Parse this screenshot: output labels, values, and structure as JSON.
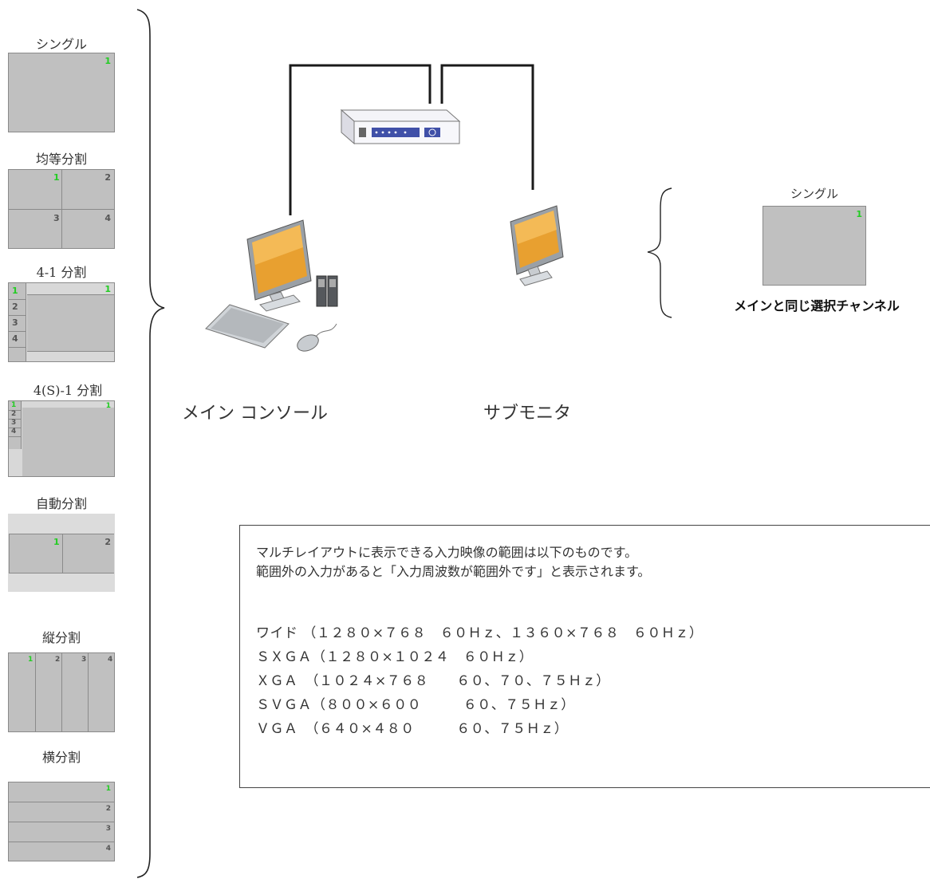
{
  "layouts": [
    {
      "label": "シングル",
      "cells": [
        "1"
      ]
    },
    {
      "label": "均等分割",
      "cells": [
        "1",
        "2",
        "3",
        "4"
      ]
    },
    {
      "label": "4-1 分割",
      "cells": [
        "1",
        "1",
        "2",
        "3",
        "4"
      ]
    },
    {
      "label": "4(S)-1 分割",
      "cells": [
        "1",
        "1",
        "2",
        "3",
        "4"
      ]
    },
    {
      "label": "自動分割",
      "cells": [
        "1",
        "2"
      ]
    },
    {
      "label": "縦分割",
      "cells": [
        "1",
        "2",
        "3",
        "4"
      ]
    },
    {
      "label": "横分割",
      "cells": [
        "1",
        "2",
        "3",
        "4"
      ]
    }
  ],
  "devices": {
    "main_console_label": "メイン コンソール",
    "sub_monitor_label": "サブモニタ"
  },
  "sub_layout": {
    "label": "シングル",
    "cell": "1",
    "caption": "メインと同じ選択チャンネル"
  },
  "info": {
    "line1": "マルチレイアウトに表示できる入力映像の範囲は以下のものです。",
    "line2": "範囲外の入力があると「入力周波数が範囲外です」と表示されます。",
    "resolutions": [
      "ワイド （１２８０×７６８　６０Ｈｚ、１３６０×７６８　６０Ｈｚ）",
      "ＳＸＧＡ（１２８０×１０２４　６０Ｈｚ）",
      "ＸＧＡ　（１０２４×７６８　　６０、７０、７５Ｈｚ）",
      "ＳＶＧＡ（８００×６００　　　６０、７５Ｈｚ）",
      "ＶＧＡ　（６４０×４８０　　　６０、７５Ｈｚ）"
    ]
  },
  "colors": {
    "panel_gray": "#c0c0c0",
    "number_green": "#22cc22",
    "border": "#8a8a8a"
  }
}
